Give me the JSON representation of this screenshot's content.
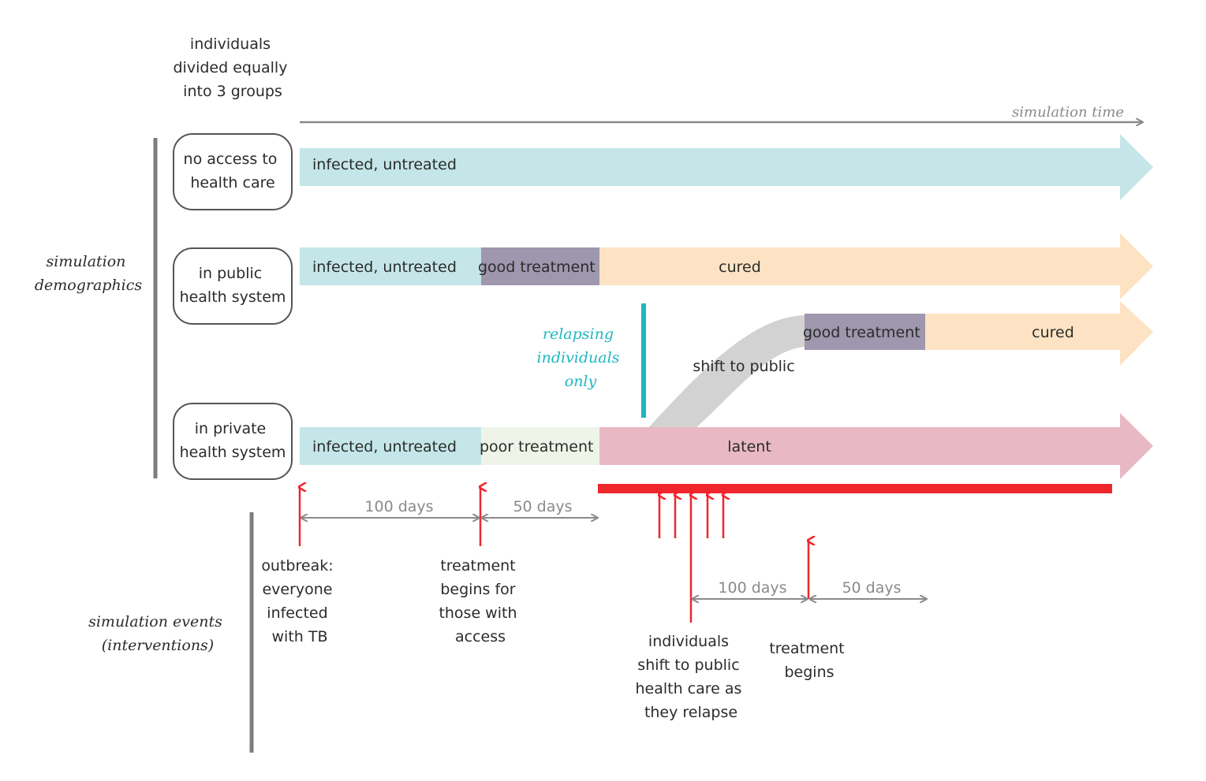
{
  "header": {
    "groups_note": [
      "individuals",
      "divided equally",
      "into 3 groups"
    ],
    "time_axis_label": "simulation time"
  },
  "side_labels": {
    "demographics": [
      "simulation",
      "demographics"
    ],
    "events": [
      "simulation events",
      "(interventions)"
    ]
  },
  "groups": [
    {
      "label": [
        "no access to",
        "health care"
      ]
    },
    {
      "label": [
        "in public",
        "health system"
      ]
    },
    {
      "label": [
        "in private",
        "health system"
      ]
    }
  ],
  "rows": {
    "no_access": {
      "segments": [
        "infected, untreated"
      ]
    },
    "public": {
      "segments": [
        "infected, untreated",
        "good treatment",
        "cured"
      ]
    },
    "relapse": {
      "segments": [
        "good treatment",
        "cured"
      ],
      "shift_label": "shift to public"
    },
    "private": {
      "segments": [
        "infected, untreated",
        "poor treatment",
        "latent"
      ]
    }
  },
  "relapse_note": [
    "relapsing",
    "individuals",
    "only"
  ],
  "durations": {
    "first": "100 days",
    "second": "50 days",
    "relapse_first": "100 days",
    "relapse_second": "50 days"
  },
  "events": {
    "outbreak": [
      "outbreak:",
      "everyone",
      "infected",
      "with TB"
    ],
    "treatment_begins": [
      "treatment",
      "begins for",
      "those with",
      "access"
    ],
    "relapse_shift": [
      "individuals",
      "shift to public",
      "health care as",
      "they relapse"
    ],
    "relapse_treatment": [
      "treatment",
      "begins"
    ]
  },
  "colors": {
    "untreated": "#c4e6e8",
    "good_treatment": "#9e97ad",
    "cured": "#fde3c3",
    "poor_treatment": "#eef5e8",
    "latent": "#e8b9c4",
    "shift_band": "#d2d2d2",
    "event_red": "#f0262d",
    "axis_gray": "#8a8a8a",
    "bracket_gray": "#7d7d7d",
    "teal": "#1fb7c0"
  }
}
